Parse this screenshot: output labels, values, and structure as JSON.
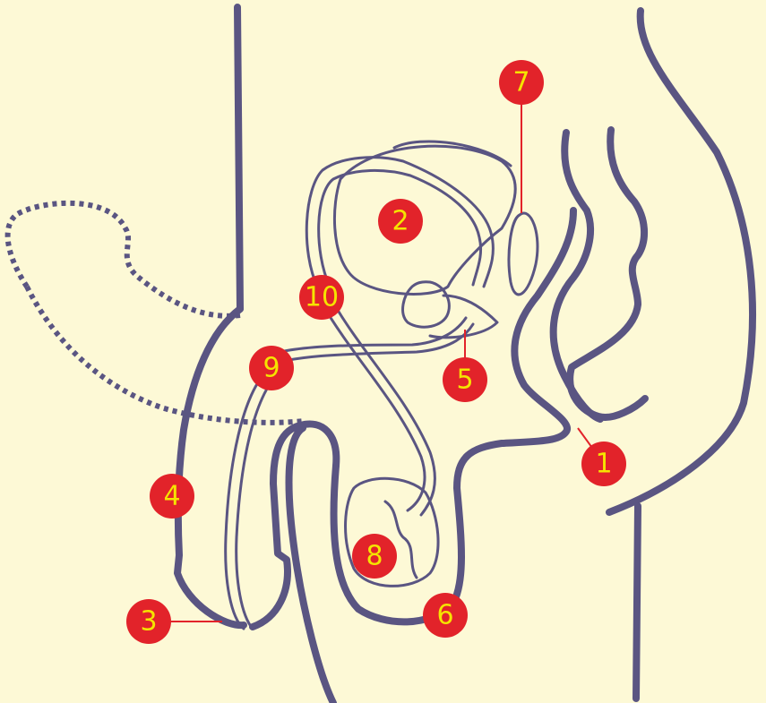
{
  "colors": {
    "background": "#fdf9d6",
    "outline": "#5a5582",
    "marker_fill": "#e2232a",
    "marker_text": "#f5e400",
    "leader_line": "#e2232a"
  },
  "markers": [
    {
      "label": "1"
    },
    {
      "label": "2"
    },
    {
      "label": "3"
    },
    {
      "label": "4"
    },
    {
      "label": "5"
    },
    {
      "label": "6"
    },
    {
      "label": "7"
    },
    {
      "label": "8"
    },
    {
      "label": "9"
    },
    {
      "label": "10"
    }
  ]
}
